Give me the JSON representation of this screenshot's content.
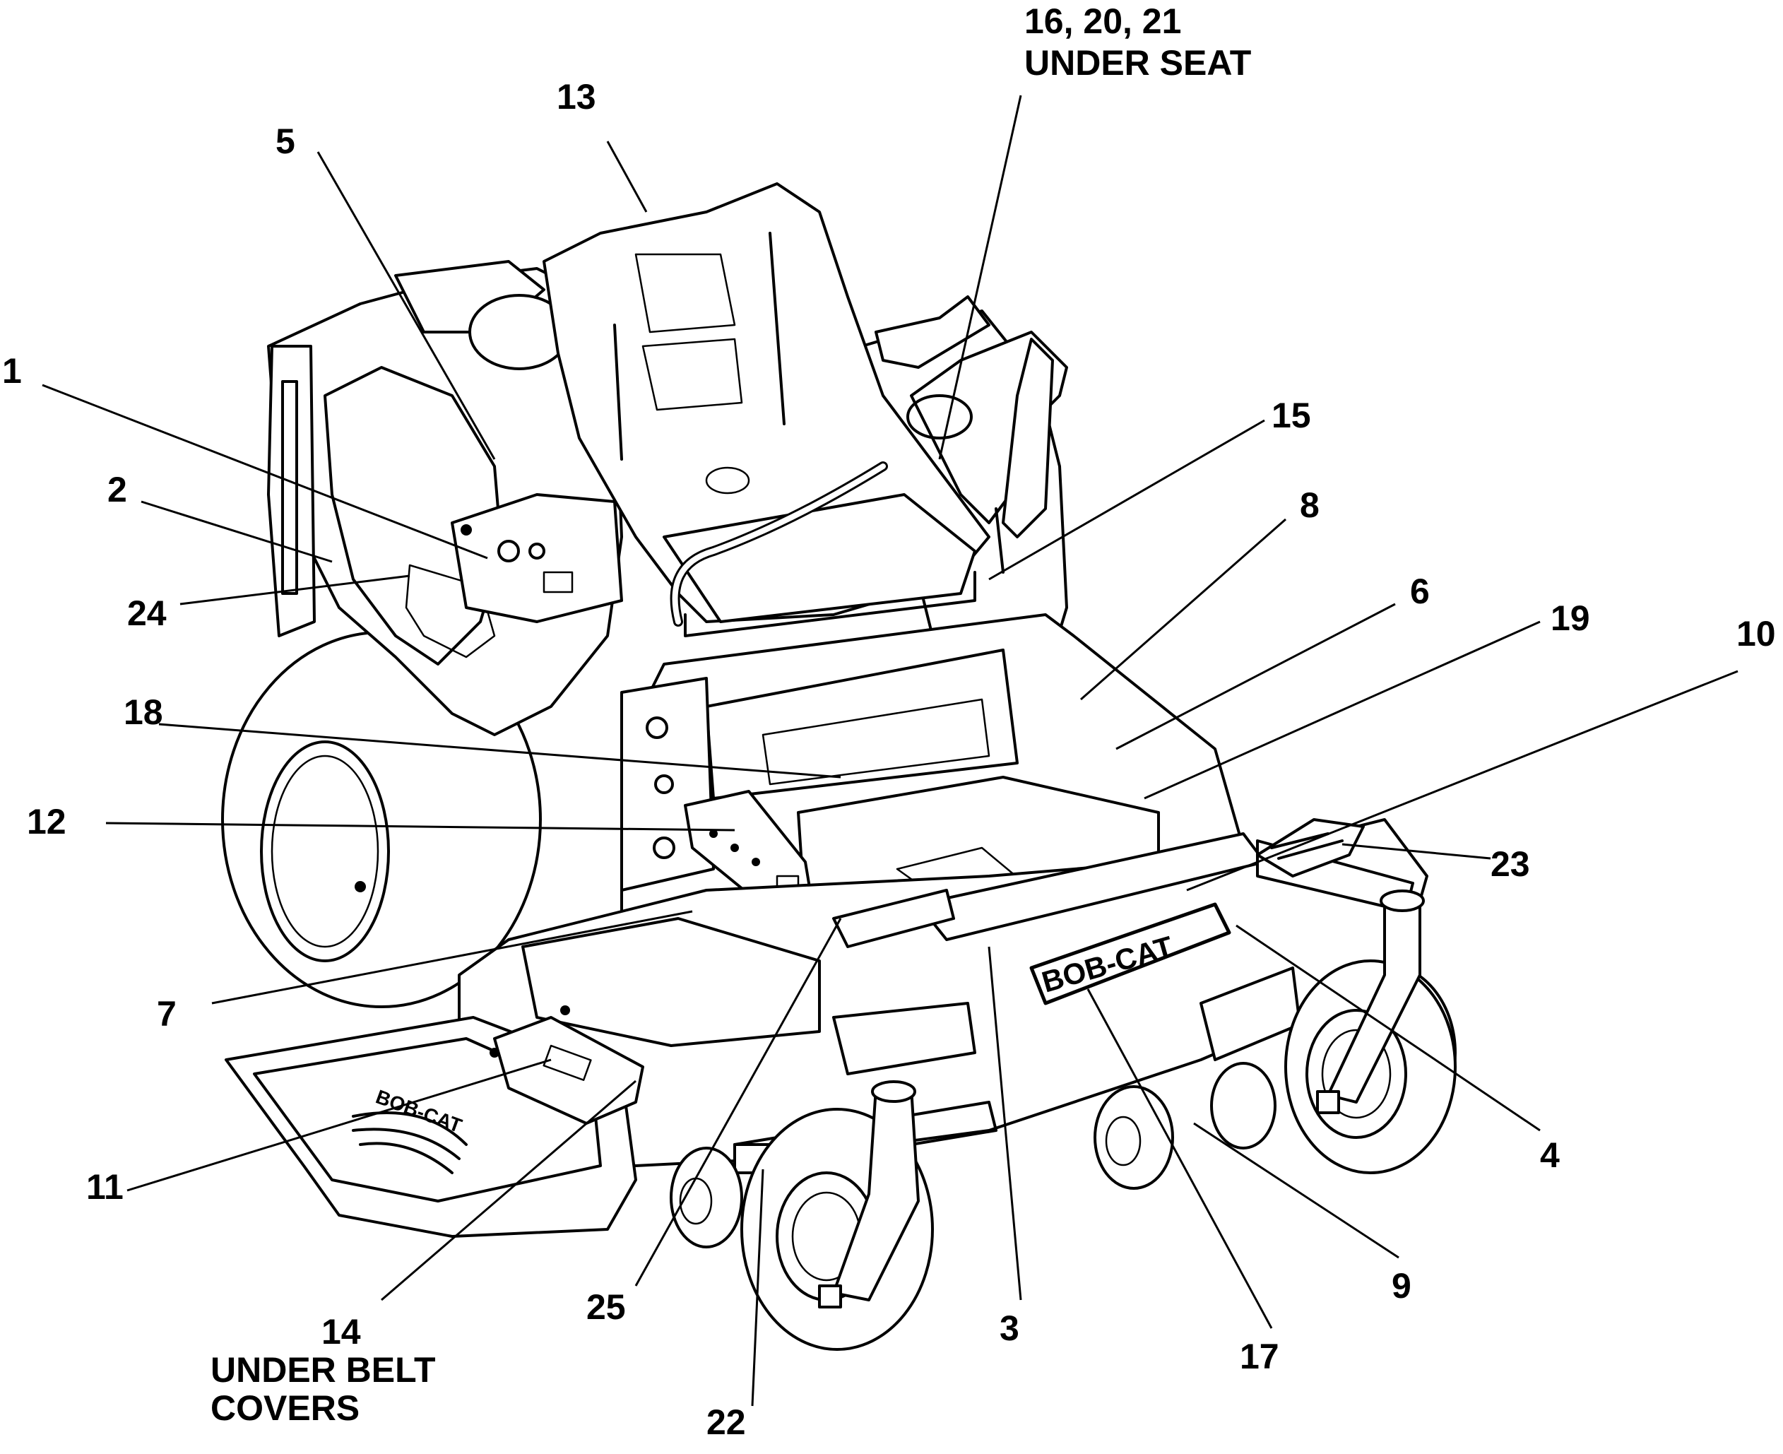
{
  "diagram": {
    "callouts": [
      {
        "id": "c1",
        "label": "1"
      },
      {
        "id": "c2",
        "label": "2"
      },
      {
        "id": "c3",
        "label": "3"
      },
      {
        "id": "c4",
        "label": "4"
      },
      {
        "id": "c5",
        "label": "5"
      },
      {
        "id": "c6",
        "label": "6"
      },
      {
        "id": "c7",
        "label": "7"
      },
      {
        "id": "c8",
        "label": "8"
      },
      {
        "id": "c9",
        "label": "9"
      },
      {
        "id": "c10",
        "label": "10"
      },
      {
        "id": "c11",
        "label": "11"
      },
      {
        "id": "c12",
        "label": "12"
      },
      {
        "id": "c13",
        "label": "13"
      },
      {
        "id": "c14",
        "label": "14"
      },
      {
        "id": "c15",
        "label": "15"
      },
      {
        "id": "c16",
        "label": "16, 20, 21"
      },
      {
        "id": "c17",
        "label": "17"
      },
      {
        "id": "c18",
        "label": "18"
      },
      {
        "id": "c19",
        "label": "19"
      },
      {
        "id": "c22",
        "label": "22"
      },
      {
        "id": "c23",
        "label": "23"
      },
      {
        "id": "c24",
        "label": "24"
      },
      {
        "id": "c25",
        "label": "25"
      }
    ],
    "notes": {
      "under_seat": "UNDER SEAT",
      "under_belt_line1": "UNDER BELT",
      "under_belt_line2": "COVERS"
    },
    "logos": {
      "deck_side": "BOB-CAT",
      "footrest": "BOB-CAT"
    }
  }
}
